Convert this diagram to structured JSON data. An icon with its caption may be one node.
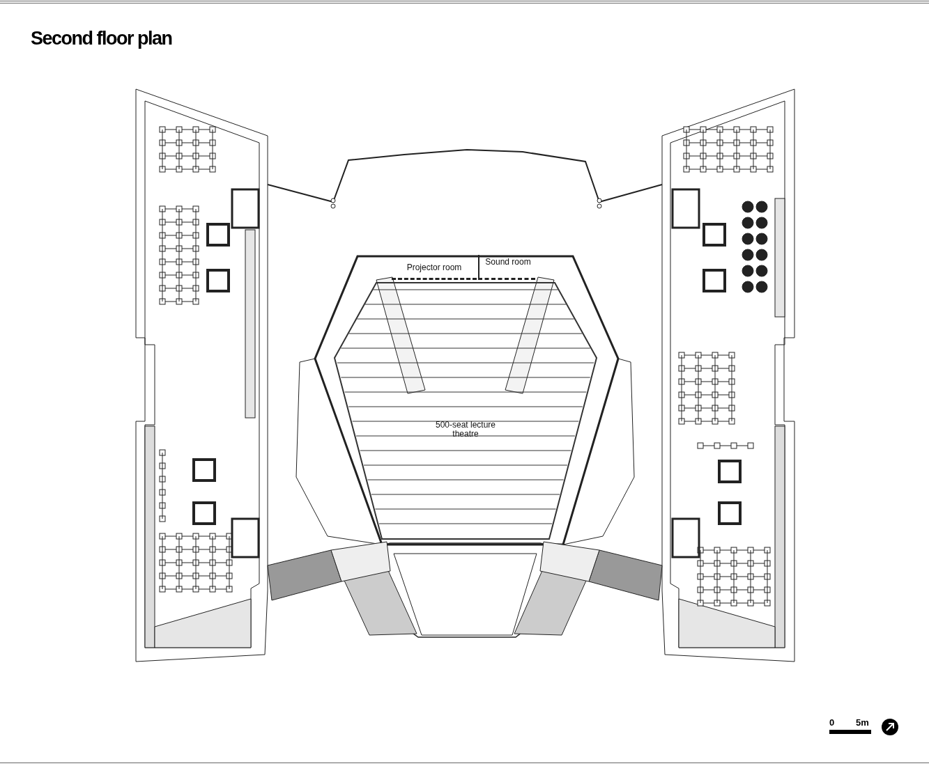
{
  "diagram": {
    "title": "Second floor plan",
    "nodes": [
      {
        "text": [
          "Projector room"
        ]
      },
      {
        "text": [
          "Sound room"
        ]
      },
      {
        "text": [
          "500-seat lecture theatre"
        ]
      }
    ],
    "labels": [
      "0",
      "5m"
    ]
  }
}
